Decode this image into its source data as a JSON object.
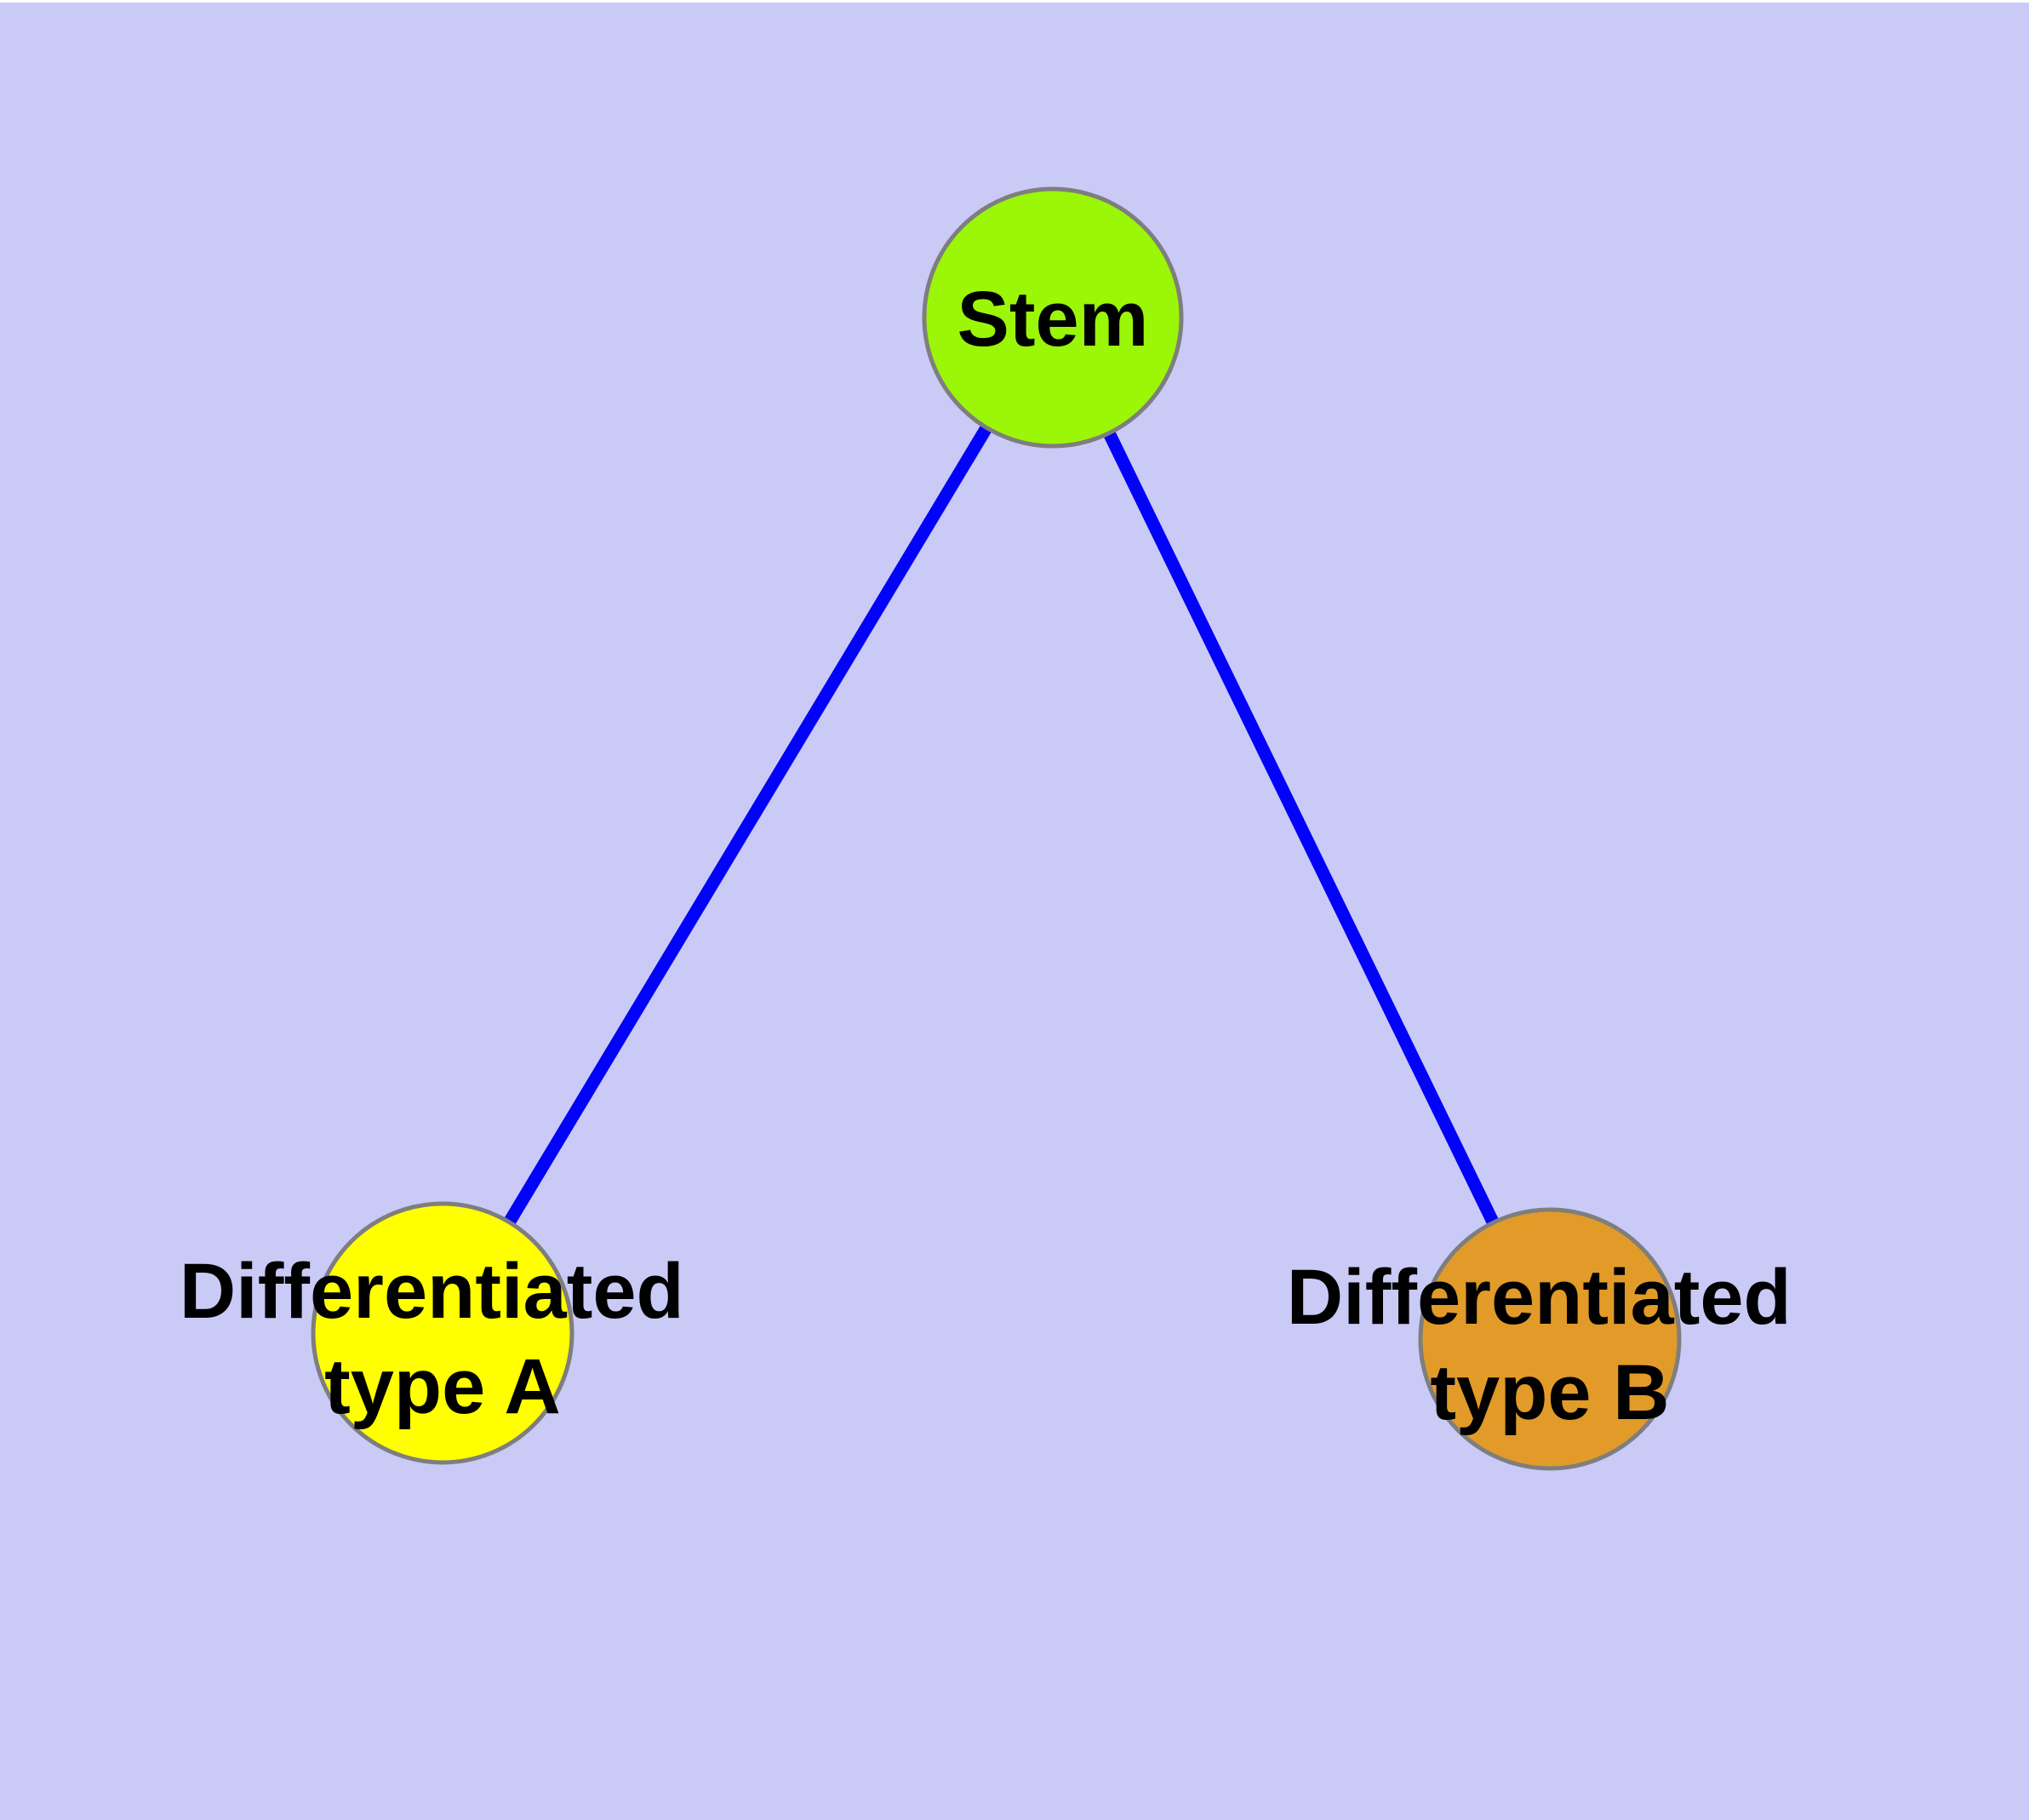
{
  "diagram": {
    "type": "graph",
    "background_color": "#CACAF7",
    "page_margin_color": "#FFFFFF",
    "edge_color": "#0202FA",
    "node_border_color": "#7E7E7E",
    "label_color": "#000000",
    "nodes": [
      {
        "id": "stem",
        "label": "Stem",
        "line1": "Stem",
        "line2": "",
        "fill": "#9BF607"
      },
      {
        "id": "differentiated-type-a",
        "label": "Differentiated type A",
        "line1": "Differentiated",
        "line2": "type A",
        "fill": "#FFFF00"
      },
      {
        "id": "differentiated-type-b",
        "label": "Differentiated type B",
        "line1": "Differentiated",
        "line2": "type B",
        "fill": "#E29B28"
      }
    ],
    "edges": [
      {
        "from": "Stem",
        "to": "Differentiated type A"
      },
      {
        "from": "Stem",
        "to": "Differentiated type B"
      }
    ]
  }
}
